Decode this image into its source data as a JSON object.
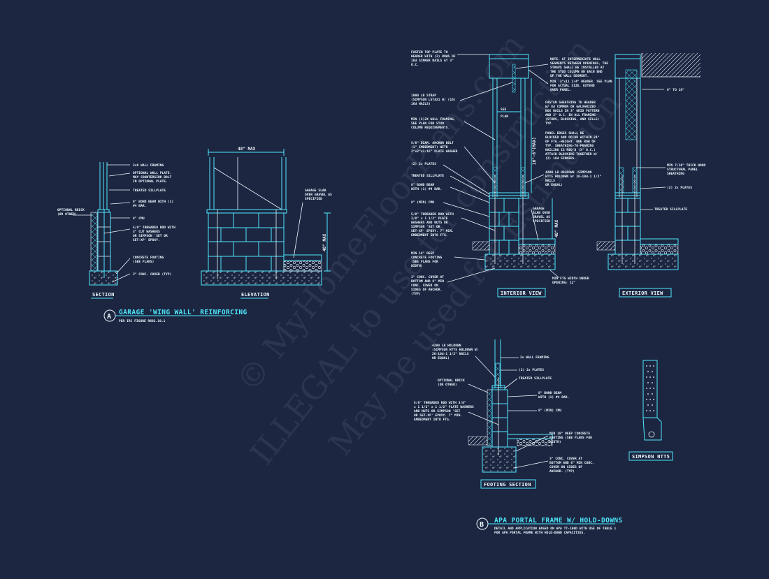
{
  "colors": {
    "background": "#1c2640",
    "linework": "#4fe8ff",
    "text": "#eef7ff"
  },
  "watermark": {
    "line1": "© MyHomeFloorPlans.com",
    "line2": "ILLEGAL to use for construction",
    "line3": "May be used for Estimation"
  },
  "detail_a": {
    "marker": "A",
    "title": "GARAGE 'WING WALL' REINFORCING",
    "subtitle": "PER IRC FIGURE R602.10.1",
    "section_label": "SECTION",
    "elevation_label": "ELEVATION",
    "max_width": "48\" MAX",
    "max_height": "48\" MAX",
    "notes": {
      "optional_brick": [
        "OPTIONAL BRICK",
        "(OR OTHER)"
      ],
      "wall_framing": [
        "2x6 WALL FRAMING"
      ],
      "optional_plate": [
        "OPTIONAL WALL PLATE.",
        "MAY COUNTERSINK BOLT",
        "IN OPTIONAL PLATE."
      ],
      "sillplate": [
        "TREATED SILLPLATE"
      ],
      "bond_beam": [
        "8\" BOND BEAM WITH (1)",
        "#4 BAR."
      ],
      "cmu": [
        "8\" CMU"
      ],
      "rod": [
        "5/8\" THREADED ROD WITH",
        "3\" CUT WASHERS",
        "OR SIMPSON 'SET OR",
        "SET-XP' EPOXY."
      ],
      "footing": [
        "CONCRETE FOOTING",
        "(SEE PLANS)"
      ],
      "cover": [
        "3\" CONC. COVER (TYP)"
      ],
      "slab": [
        "GARAGE SLAB",
        "OVER GRAVEL AS",
        "SPECIFIED"
      ]
    }
  },
  "portal": {
    "interior_label": "INTERIOR VIEW",
    "exterior_label": "EXTERIOR VIEW",
    "see_plan": [
      "SEE",
      "PLAN"
    ],
    "height_dim": "16\"-6\"(MAX)",
    "slab_dim": "48\" MAX",
    "left_notes": {
      "top_plate": [
        "FASTEN TOP PLATE TO",
        "HEADER WITH (2) ROWS OF",
        "16d SINKER NAILS AT 3\"",
        "O.C."
      ],
      "strap": [
        "1000 LB STRAP",
        "(SIMPSON LSTA21 W/ (16)",
        "16d NAILS)"
      ],
      "framing": [
        "MIN (2)2X WALL FRAMING,",
        "SEE PLAN FOR STUD",
        "COLUMN REQUIREMENTS."
      ],
      "anchor": [
        "5/8\" DIAM. ANCHOR BOLT",
        "(1\" EMBEDMENT) WITH",
        "2\"x2\"x3/16\" PLATE WASHER"
      ],
      "plates": [
        "(2) 2x PLATES"
      ],
      "sill": [
        "TREATED SILLPLATE"
      ],
      "bond": [
        "8\" BOND BEAM",
        "WITH (1) #4 BAR."
      ],
      "cmu": [
        "8\" (MIN) CMU"
      ],
      "rod": [
        "5/8\" THREADED ROD WITH",
        "3/8\" x 1 1/2\" PLATE",
        "WASHERS AND NUTS OR",
        "SIMPSON 'SET OR",
        "SET-XP' EPOXY. 7\" MIN.",
        "EMBEDMENT INTO FTG."
      ],
      "footing": [
        "MIN 18\" DEEP",
        "CONCRETE FOOTING",
        "(SEE PLANS FOR",
        "WIDTH)"
      ],
      "cover": [
        "3\" CONC. COVER AT",
        "BOTTOM AND 6\" MIN",
        "CONC. COVER ON",
        "SIDES OF ANCHOR.",
        "(TYP)"
      ]
    },
    "right_notes": {
      "note": [
        "NOTE: AT INTERMEDIATE WALL",
        "SEGMENTS BETWEEN OPENINGS, THE",
        "STRAPS SHALL BE INSTALLED AT",
        "THE STUD COLUMN ON EACH END",
        "OF THE WALL SEGMENT."
      ],
      "header": [
        "MIN. 3\"x11 1/4\" HEADER. SEE PLAN",
        "FOR ACTUAL SIZE. EXTEND",
        "OVER PANEL."
      ],
      "sheathing": [
        "FASTEN SHEATHING TO HEADER",
        "W/ 8d COMMON OR GALVANIZED",
        "BOX NAILS IN 3\" GRID PATTERN",
        "AND 3\" O.C. IN ALL FRAMING",
        "(STUDS, BLOCKING, AND SILLS)",
        "TYP."
      ],
      "panel": [
        "PANEL EDGES SHALL BE",
        "BLOCKED AND OCCUR WITHIN 24\"",
        "OF FTG.-HEIGHT. ONE ROW OF",
        "TYP. SHEATHING-TO-FRAMING",
        "NAILING IS REQ'D (3\" O.C.)",
        "ATTACH BLOCKING TOGETHER W/",
        "(2) 16d SINKERS."
      ],
      "holdown": [
        "4200 LB HOLDOWN (SIMPSON",
        "HTT5 HOLDOWN W/ 26-10d-1 1/2\"",
        "NAILS",
        "OR EQUAL)"
      ],
      "slab": [
        "GARAGE",
        "SLAB OVER",
        "GRAVEL AS",
        "SPECIFIED"
      ],
      "ftg_width": [
        "MIN FTG WIDTH UNDER",
        "OPENING: 12\""
      ]
    },
    "exterior_notes": {
      "dim": [
        "6\" TO 18\""
      ],
      "panel": [
        "MIN 7/16\" THICK WOOD",
        "STRUCTURAL PANEL",
        "SHEATHING"
      ],
      "plates": [
        "(2) 2x PLATES"
      ],
      "sill": [
        "TREATED SILLPLATE"
      ]
    }
  },
  "detail_b": {
    "marker": "B",
    "title": "APA PORTAL FRAME W/ HOLD-DOWNS",
    "subtitle": [
      "DETAIL AND APPLICATION BASED ON APA TT-100D WITH USE OF TABLE 1",
      "FOR APA PORTAL FRAME WITH HOLD-DOWN CAPACITIES."
    ],
    "footing_label": "FOOTING SECTION",
    "simpson_label": "SIMPSON HTT5",
    "notes": {
      "holdown": [
        "4200 LB HOLDOWN",
        "(SIMPSON HTT5 HOLDOWN W/",
        "26-10d-1 1/2\" NAILS",
        "OR EQUAL)"
      ],
      "framing": [
        "2x WALL FRAMING"
      ],
      "plates": [
        "(2) 2x PLATES"
      ],
      "sill": [
        "TREATED SILLPLATE"
      ],
      "brick": [
        "OPTIONAL BRICK",
        "(OR OTHER)"
      ],
      "bond": [
        "8\" BOND BEAM",
        "WITH (1) #4 BAR."
      ],
      "rod": [
        "5/8\" THREADED ROD WITH 3/8\"",
        "x 1 1/2\" x 1 1/2\" PLATE WASHERS",
        "AND NUTS OR SIMPSON 'SET",
        "OR SET-XP' EPOXY. 7\" MIN.",
        "EMBEDMENT INTO FTG."
      ],
      "cmu": [
        "8\" (MIN) CMU"
      ],
      "footing": [
        "MIN 18\" DEEP CONCRETE",
        "FOOTING (SEE PLANS FOR",
        "WIDTH)"
      ],
      "cover": [
        "3\" CONC. COVER AT",
        "BOTTOM AND 6\" MIN CONC.",
        "COVER ON SIDES OF",
        "ANCHOR. (TYP)"
      ]
    }
  }
}
